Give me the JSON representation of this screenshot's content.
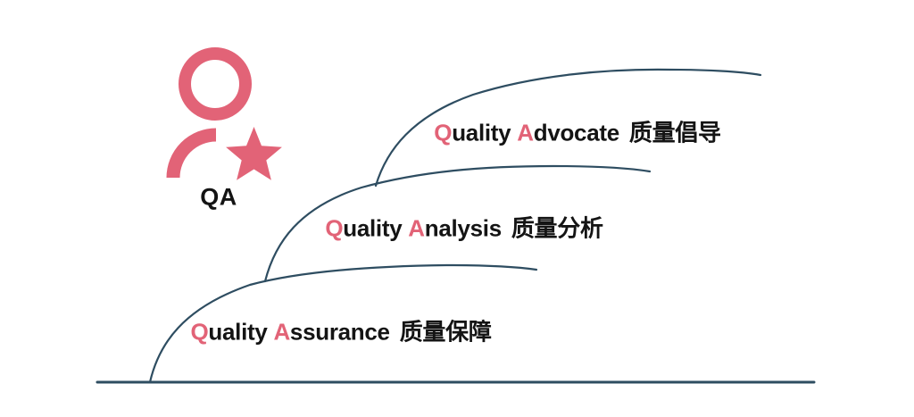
{
  "colors": {
    "accent_pink": "#e26377",
    "line_blue": "#2e4d61",
    "text_dark": "#141414"
  },
  "icon": {
    "name": "person-with-star",
    "caption": "QA"
  },
  "curves": [
    {
      "name": "advocate",
      "label": {
        "q": "Q",
        "rest1": "uality ",
        "a": "A",
        "rest2": "dvocate",
        "cn": "质量倡导"
      }
    },
    {
      "name": "analysis",
      "label": {
        "q": "Q",
        "rest1": "uality ",
        "a": "A",
        "rest2": "nalysis",
        "cn": "质量分析"
      }
    },
    {
      "name": "assurance",
      "label": {
        "q": "Q",
        "rest1": "uality ",
        "a": "A",
        "rest2": "ssurance",
        "cn": "质量保障"
      }
    }
  ]
}
